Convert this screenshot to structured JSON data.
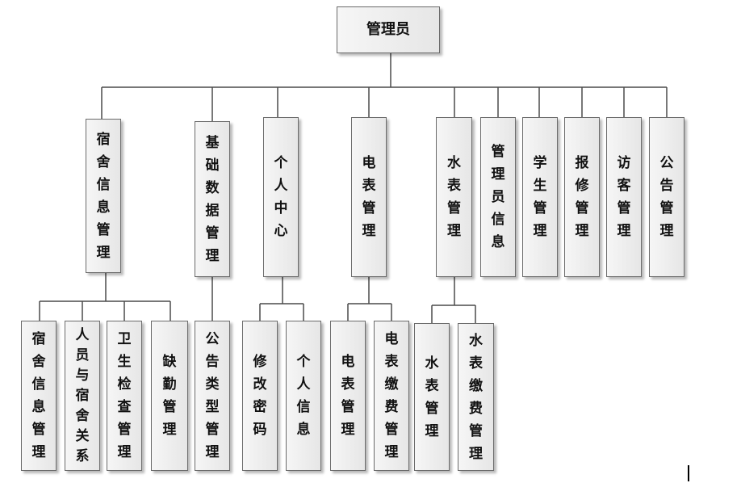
{
  "root": {
    "label": "管理员"
  },
  "level1": [
    {
      "label": "宿舍信息管理"
    },
    {
      "label": "基础数据管理"
    },
    {
      "label": "个人中心"
    },
    {
      "label": "电表管理"
    },
    {
      "label": "水表管理"
    },
    {
      "label": "管理员信息"
    },
    {
      "label": "学生管理"
    },
    {
      "label": "报修管理"
    },
    {
      "label": "访客管理"
    },
    {
      "label": "公告管理"
    }
  ],
  "level2": [
    {
      "label": "宿舍信息管理"
    },
    {
      "label": "人员与宿舍关系"
    },
    {
      "label": "卫生检查管理"
    },
    {
      "label": "缺勤管理"
    },
    {
      "label": "公告类型管理"
    },
    {
      "label": "修改密码"
    },
    {
      "label": "个人信息"
    },
    {
      "label": "电表管理"
    },
    {
      "label": "电表缴费管理"
    },
    {
      "label": "水表管理"
    },
    {
      "label": "水表缴费管理"
    }
  ],
  "colors": {
    "line": "#4a4a4a",
    "border": "#6b6b6b"
  }
}
